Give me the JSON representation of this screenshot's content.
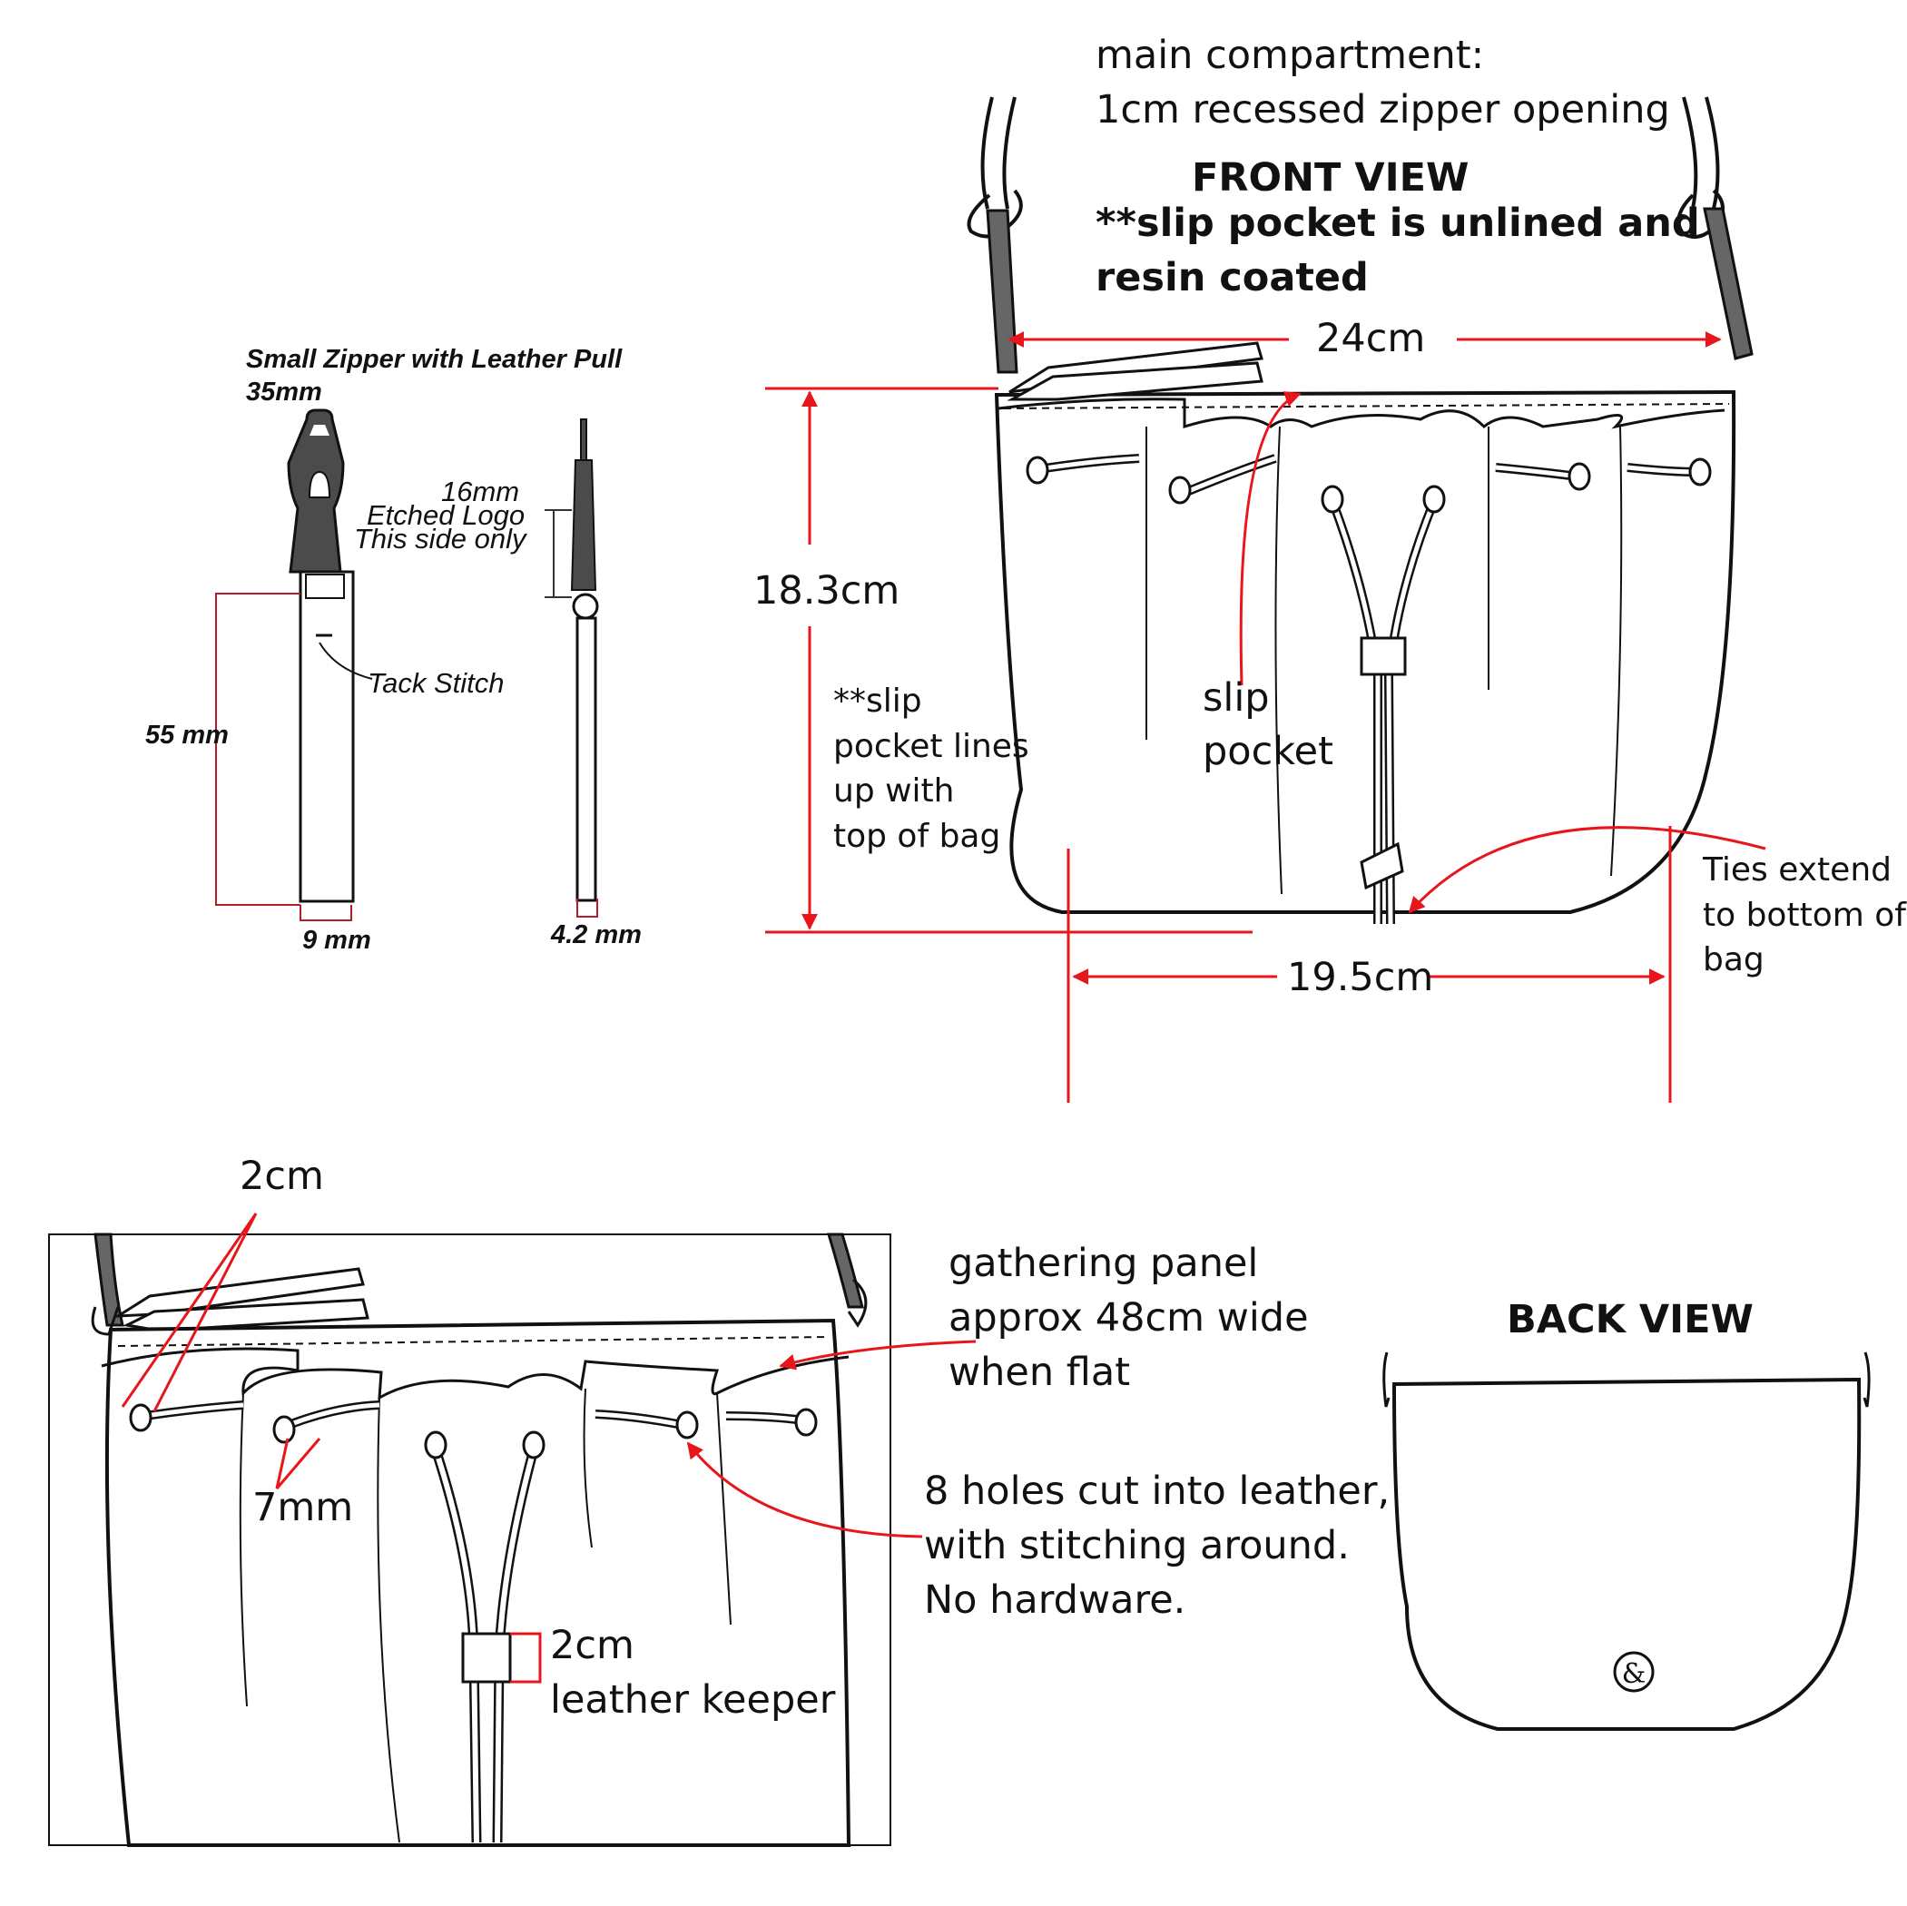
{
  "colors": {
    "ink": "#111111",
    "dimension": "#e8151b",
    "spec_line": "#b31e2a",
    "strap": "#666666"
  },
  "zipper_pull": {
    "title": "Small Zipper with Leather Pull",
    "size": "35mm",
    "logo_length": "16mm",
    "logo_note_1": "Etched Logo",
    "logo_note_2": "This side only",
    "tack_stitch": "Tack Stitch",
    "length": "55 mm",
    "width": "9 mm",
    "thickness": "4.2 mm"
  },
  "front_view": {
    "compartment_1": "main compartment:",
    "compartment_2": "1cm recessed zipper opening",
    "title": "FRONT VIEW",
    "note_1": "**slip pocket is unlined and",
    "note_2": "resin coated",
    "top_width": "24cm",
    "height": "18.3cm",
    "slip_note": [
      "**slip",
      "pocket lines",
      "up with",
      "top of bag"
    ],
    "slip_label": [
      "slip",
      "pocket"
    ],
    "ties_note": [
      "Ties extend",
      "to bottom of",
      "bag"
    ],
    "bottom_width": "19.5cm"
  },
  "detail_view": {
    "hole_spacing": "2cm",
    "hole_size": "7mm",
    "keeper_size": "2cm",
    "keeper_label": "leather keeper",
    "panel_note": [
      "gathering panel",
      "approx 48cm wide",
      "when flat"
    ],
    "holes_note": [
      "8 holes cut into leather,",
      "with stitching around.",
      "No hardware."
    ]
  },
  "back_view": {
    "title": "BACK VIEW",
    "logo_glyph": "&"
  }
}
